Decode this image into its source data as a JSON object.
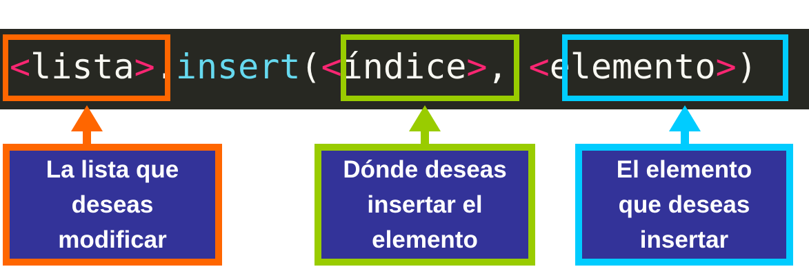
{
  "code": {
    "open": "<",
    "close": ">",
    "object": "lista",
    "dot": ".",
    "method": "insert",
    "paren_open": "(",
    "arg1": "índice",
    "comma": ", ",
    "arg2": "elemento",
    "paren_close": ")"
  },
  "colors": {
    "background": "#272822",
    "bracket": "#f92672",
    "method": "#66d9ef",
    "text": "#f8f8f2",
    "lista_accent": "#ff6600",
    "indice_accent": "#99cc00",
    "elemento_accent": "#00ccff",
    "callout_fill": "#333399"
  },
  "callouts": {
    "lista": [
      "La lista que",
      "deseas",
      "modificar"
    ],
    "indice": [
      "Dónde deseas",
      "insertar el",
      "elemento"
    ],
    "elemento": [
      "El elemento",
      "que deseas",
      "insertar"
    ]
  }
}
